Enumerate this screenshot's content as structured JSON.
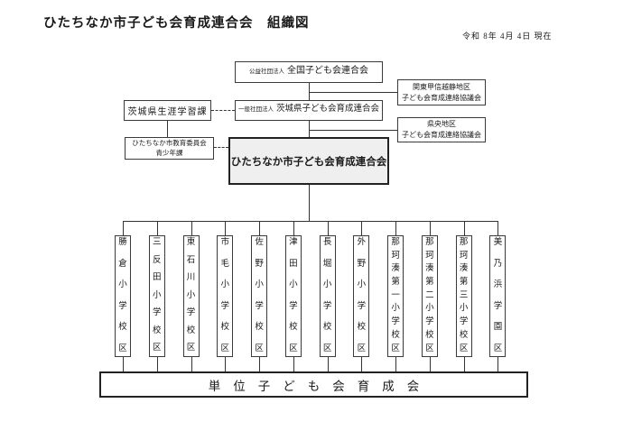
{
  "page": {
    "title": "ひたちなか市子ども会育成連合会　組織図",
    "date": "令和 8年 4月 4日 現在"
  },
  "boxes": {
    "national": {
      "prefix": "公益社団法人",
      "name": "全国子ども会連合会"
    },
    "kanto_district": {
      "line1": "関東甲信越静地区",
      "line2": "子ども会育成連絡協議会"
    },
    "pref_learning": {
      "name": "茨城県生涯学習課"
    },
    "pref_federation": {
      "prefix": "一般社団法人",
      "name": "茨城県子ども会育成連合会"
    },
    "keno_district": {
      "line1": "県央地区",
      "line2": "子ども会育成連絡協議会"
    },
    "city_education": {
      "line1": "ひたちなか市教育委員会",
      "line2": "青少年課"
    },
    "city_federation": {
      "name": "ひたちなか市子ども会育成連合会"
    },
    "unit_association": {
      "name": "単位子ども会育成会"
    }
  },
  "school_districts": [
    "勝倉小学校区",
    "三反田小学校区",
    "東石川小学校区",
    "市毛小学校区",
    "佐野小学校区",
    "津田小学校区",
    "長堀小学校区",
    "外野小学校区",
    "那珂湊第一小学校区",
    "那珂湊第二小学校区",
    "那珂湊第三小学校区",
    "美乃浜学園区"
  ],
  "colors": {
    "line": "#333333",
    "box_border": "#3a3a3a",
    "main_box_fill": "#efefef",
    "text": "#1a1a1a"
  }
}
